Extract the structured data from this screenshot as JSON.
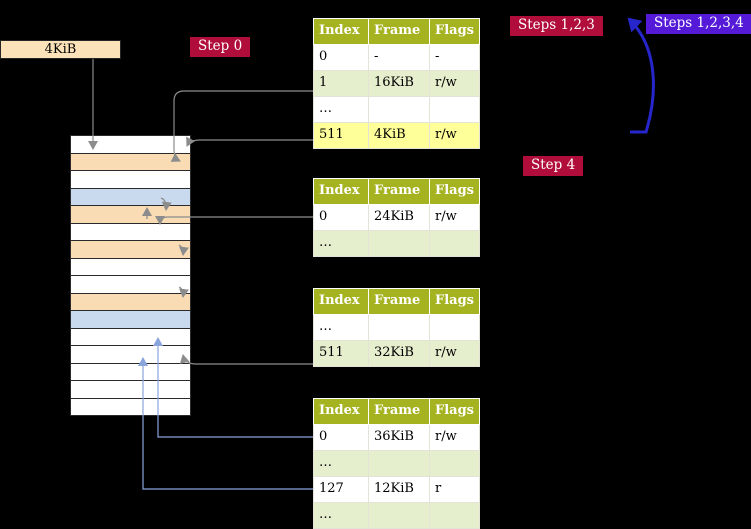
{
  "labels": {
    "frame_box": "4KiB",
    "step0": "Step 0",
    "steps123": "Steps 1,2,3",
    "steps1234": "Steps 1,2,3,4",
    "step4": "Step 4"
  },
  "colors": {
    "header_olive": "#a6b321",
    "row_green": "#e5eecd",
    "row_highlight_yellow": "#ffff99",
    "crimson_label": "#b00d3a",
    "purple_label": "#551ad8",
    "memory_peach": "#f9dbb4",
    "memory_blue": "#c9daef",
    "big_blue_arrow": "#2626cc",
    "blue_connector": "#8aa4dc",
    "gray_connector": "#8c8c8c",
    "tan_box": "#fbe2b8"
  },
  "tables": [
    {
      "id": "page-table-top",
      "headers": [
        "Index",
        "Frame",
        "Flags"
      ],
      "rows": [
        {
          "cells": [
            "0",
            "-",
            "-"
          ],
          "variant": "white"
        },
        {
          "cells": [
            "1",
            "16KiB",
            "r/w"
          ],
          "variant": "green"
        },
        {
          "cells": [
            "…",
            "",
            ""
          ],
          "variant": "white"
        },
        {
          "cells": [
            "511",
            "4KiB",
            "r/w"
          ],
          "variant": "yellow"
        }
      ]
    },
    {
      "id": "page-table-second",
      "headers": [
        "Index",
        "Frame",
        "Flags"
      ],
      "rows": [
        {
          "cells": [
            "0",
            "24KiB",
            "r/w"
          ],
          "variant": "white"
        },
        {
          "cells": [
            "…",
            "",
            ""
          ],
          "variant": "green"
        }
      ]
    },
    {
      "id": "page-table-third",
      "headers": [
        "Index",
        "Frame",
        "Flags"
      ],
      "rows": [
        {
          "cells": [
            "…",
            "",
            ""
          ],
          "variant": "white"
        },
        {
          "cells": [
            "511",
            "32KiB",
            "r/w"
          ],
          "variant": "green"
        }
      ]
    },
    {
      "id": "page-table-bottom",
      "headers": [
        "Index",
        "Frame",
        "Flags"
      ],
      "rows": [
        {
          "cells": [
            "0",
            "36KiB",
            "r/w"
          ],
          "variant": "white"
        },
        {
          "cells": [
            "…",
            "",
            ""
          ],
          "variant": "green"
        },
        {
          "cells": [
            "127",
            "12KiB",
            "r"
          ],
          "variant": "white"
        },
        {
          "cells": [
            "…",
            "",
            ""
          ],
          "variant": "green"
        }
      ]
    }
  ],
  "memory_stack": {
    "rows": [
      "white",
      "peach",
      "white",
      "blue",
      "peach",
      "white",
      "peach",
      "white",
      "white",
      "peach",
      "blue",
      "white",
      "white",
      "white",
      "white",
      "white"
    ]
  }
}
